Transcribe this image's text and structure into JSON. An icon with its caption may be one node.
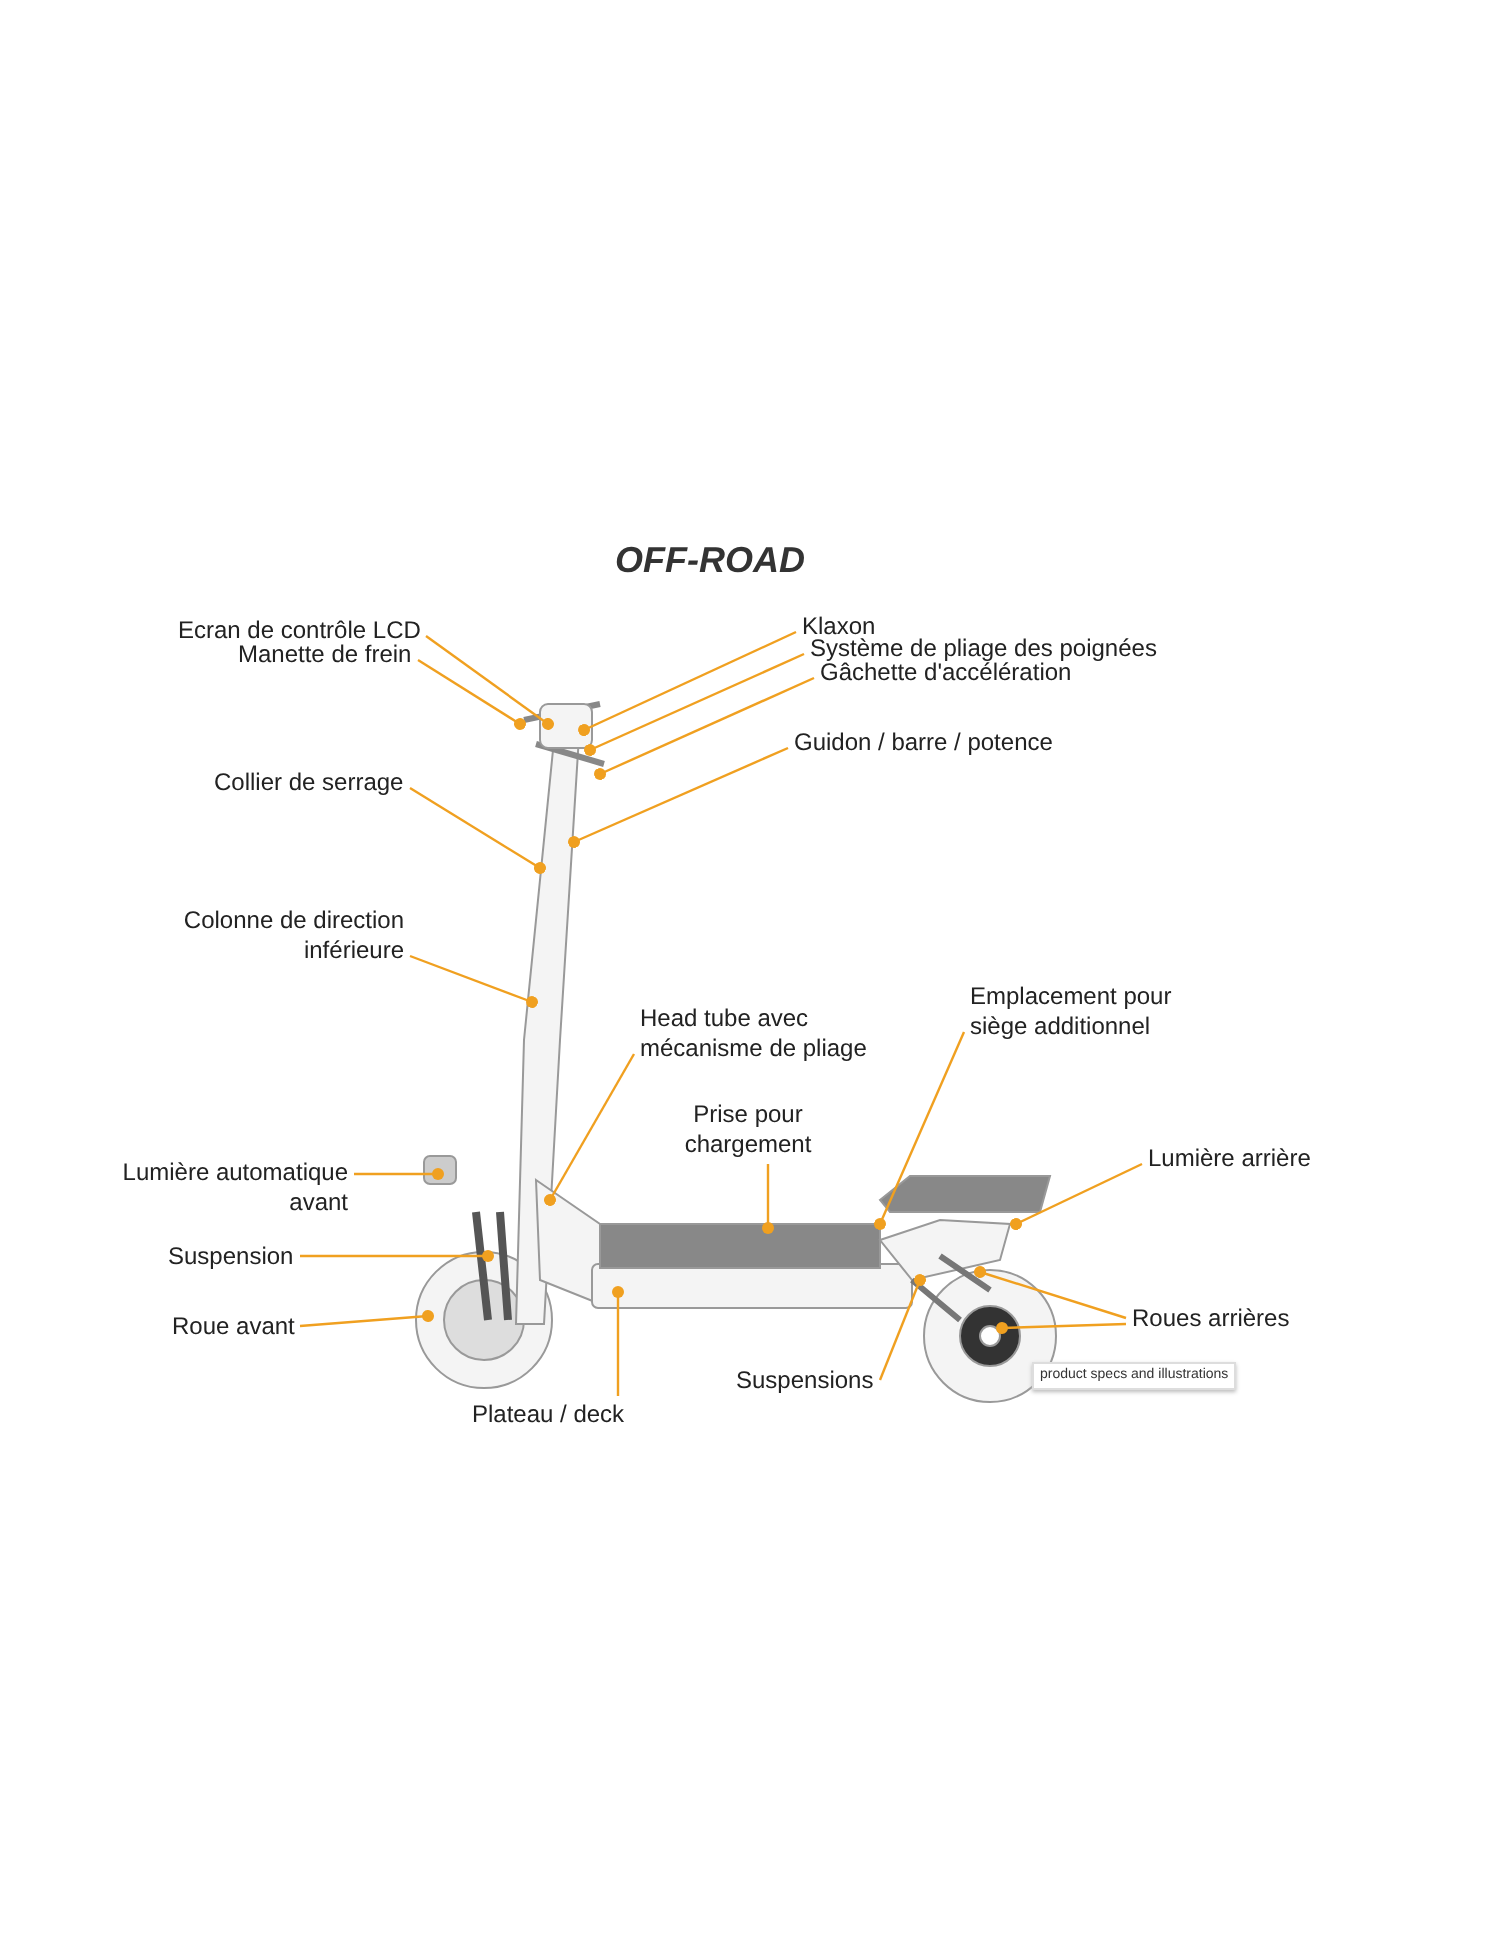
{
  "diagram": {
    "title": "OFF-ROAD",
    "nodes": [
      {
        "text": [
          "Ecran de contrôle LCD"
        ]
      },
      {
        "text": [
          "Manette de frein"
        ]
      },
      {
        "text": [
          "Klaxon"
        ]
      },
      {
        "text": [
          "Système de pliage des poignées"
        ]
      },
      {
        "text": [
          "Gâchette d'accélération"
        ]
      },
      {
        "text": [
          "Guidon / barre / potence"
        ]
      },
      {
        "text": [
          "Collier de serrage"
        ]
      },
      {
        "text": [
          "Colonne de direction inférieure"
        ]
      },
      {
        "text": [
          "Head tube avec mécanisme de pliage"
        ]
      },
      {
        "text": [
          "Emplacement pour siège additionnel"
        ]
      },
      {
        "text": [
          "Prise pour chargement"
        ]
      },
      {
        "text": [
          "Lumière arrière"
        ]
      },
      {
        "text": [
          "Lumière automatique avant"
        ]
      },
      {
        "text": [
          "Suspension"
        ]
      },
      {
        "text": [
          "Roue avant"
        ]
      },
      {
        "text": [
          "Roues arrières"
        ]
      },
      {
        "text": [
          "Plateau / deck"
        ]
      },
      {
        "text": [
          "Suspensions"
        ]
      }
    ],
    "edges": [
      {
        "from": 0,
        "to": null,
        "arrow": "other"
      },
      {
        "from": 1,
        "to": null,
        "arrow": "other"
      },
      {
        "from": 2,
        "to": null,
        "arrow": "other"
      },
      {
        "from": 3,
        "to": null,
        "arrow": "other"
      },
      {
        "from": 4,
        "to": null,
        "arrow": "other"
      },
      {
        "from": 5,
        "to": null,
        "arrow": "other"
      },
      {
        "from": 6,
        "to": null,
        "arrow": "other"
      },
      {
        "from": 7,
        "to": null,
        "arrow": "other"
      },
      {
        "from": 8,
        "to": null,
        "arrow": "other"
      },
      {
        "from": 9,
        "to": null,
        "arrow": "other"
      },
      {
        "from": 10,
        "to": null,
        "arrow": "other"
      },
      {
        "from": 11,
        "to": null,
        "arrow": "other"
      },
      {
        "from": 12,
        "to": null,
        "arrow": "other"
      },
      {
        "from": 13,
        "to": null,
        "arrow": "other"
      },
      {
        "from": 14,
        "to": null,
        "arrow": "other"
      },
      {
        "from": 15,
        "to": null,
        "arrow": "other"
      },
      {
        "from": 15,
        "to": null,
        "arrow": "other"
      },
      {
        "from": 16,
        "to": null,
        "arrow": "other"
      },
      {
        "from": 17,
        "to": null,
        "arrow": "other"
      }
    ],
    "labels": [
      "product specs and illustrations"
    ]
  }
}
